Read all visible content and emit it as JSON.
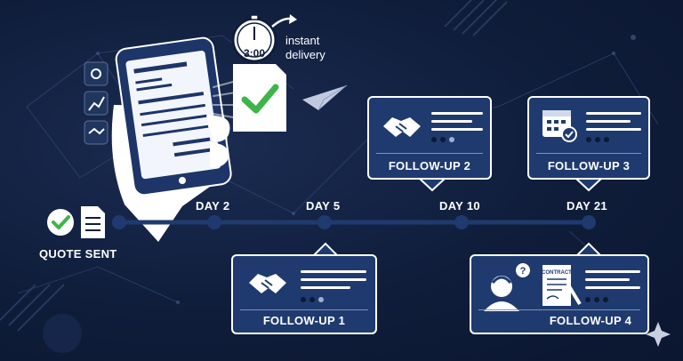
{
  "delivery": {
    "clock_time": "3:00",
    "instant": "instant",
    "delivery": "delivery"
  },
  "start_label": "QUOTE SENT",
  "days": [
    {
      "label": "DAY 2"
    },
    {
      "label": "DAY 5"
    },
    {
      "label": "DAY 10"
    },
    {
      "label": "DAY 21"
    }
  ],
  "cards": [
    {
      "title": "FOLLOW-UP 1",
      "icon": "handshake-icon"
    },
    {
      "title": "FOLLOW-UP 2",
      "icon": "handshake-icon"
    },
    {
      "title": "FOLLOW-UP 3",
      "icon": "calendar-check-icon"
    },
    {
      "title": "FOLLOW-UP 4",
      "icon": "person-contract-icon",
      "contract_label": "CONTRACT"
    }
  ],
  "side_icons": [
    "gear-icon",
    "chart-icon",
    "handshake-icon"
  ],
  "colors": {
    "background": "#0f1d3a",
    "card": "#1f3a6e",
    "timeline": "#1f3a6e",
    "check": "#3db54a"
  }
}
